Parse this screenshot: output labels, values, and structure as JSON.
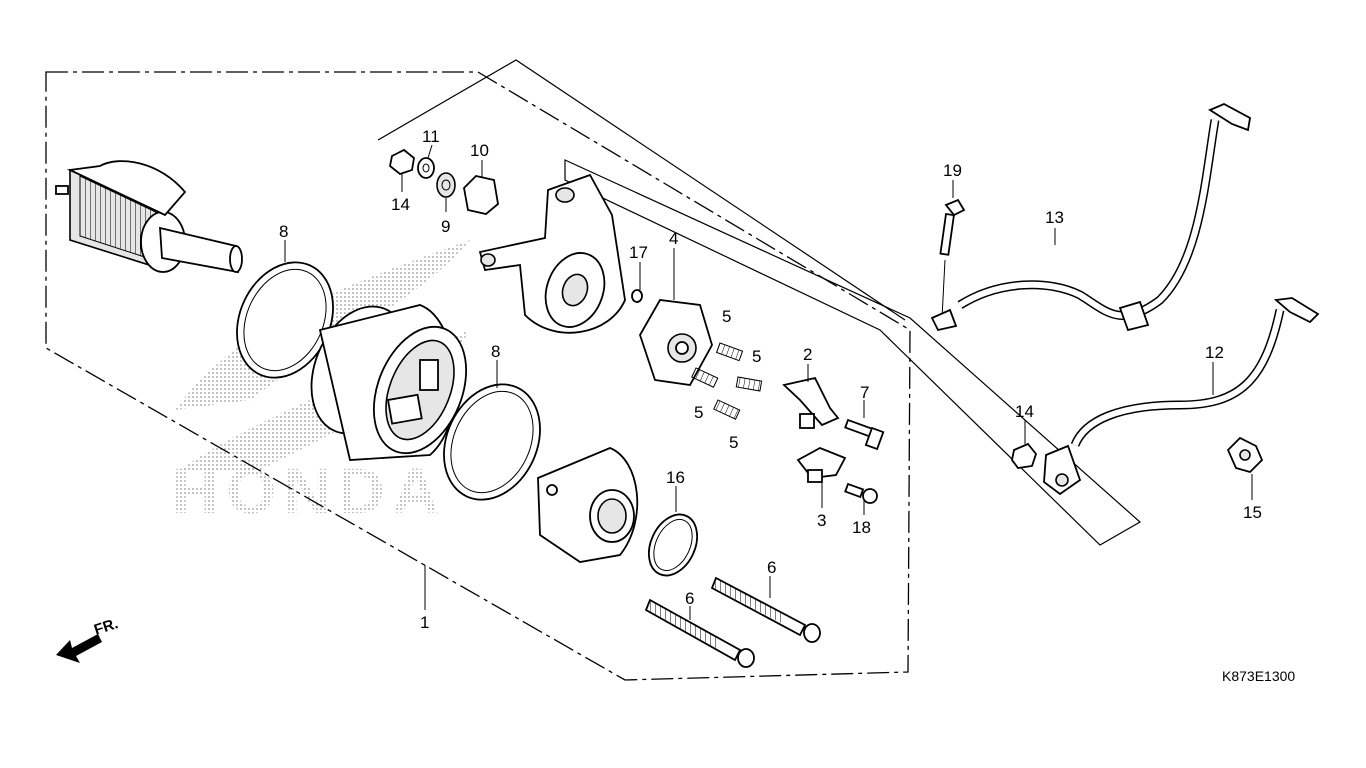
{
  "diagram": {
    "callouts": [
      {
        "id": "c1",
        "text": "1"
      },
      {
        "id": "c2",
        "text": "2"
      },
      {
        "id": "c3",
        "text": "3"
      },
      {
        "id": "c4",
        "text": "4"
      },
      {
        "id": "c5a",
        "text": "5"
      },
      {
        "id": "c5b",
        "text": "5"
      },
      {
        "id": "c5c",
        "text": "5"
      },
      {
        "id": "c5d",
        "text": "5"
      },
      {
        "id": "c6a",
        "text": "6"
      },
      {
        "id": "c6b",
        "text": "6"
      },
      {
        "id": "c7",
        "text": "7"
      },
      {
        "id": "c8a",
        "text": "8"
      },
      {
        "id": "c8b",
        "text": "8"
      },
      {
        "id": "c9",
        "text": "9"
      },
      {
        "id": "c10",
        "text": "10"
      },
      {
        "id": "c11",
        "text": "11"
      },
      {
        "id": "c12",
        "text": "12"
      },
      {
        "id": "c13",
        "text": "13"
      },
      {
        "id": "c14a",
        "text": "14"
      },
      {
        "id": "c14b",
        "text": "14"
      },
      {
        "id": "c15",
        "text": "15"
      },
      {
        "id": "c16",
        "text": "16"
      },
      {
        "id": "c17",
        "text": "17"
      },
      {
        "id": "c18",
        "text": "18"
      },
      {
        "id": "c19",
        "text": "19"
      }
    ],
    "front_label": "FR.",
    "drawing_code": "K873E1300",
    "watermark": "HONDA"
  }
}
